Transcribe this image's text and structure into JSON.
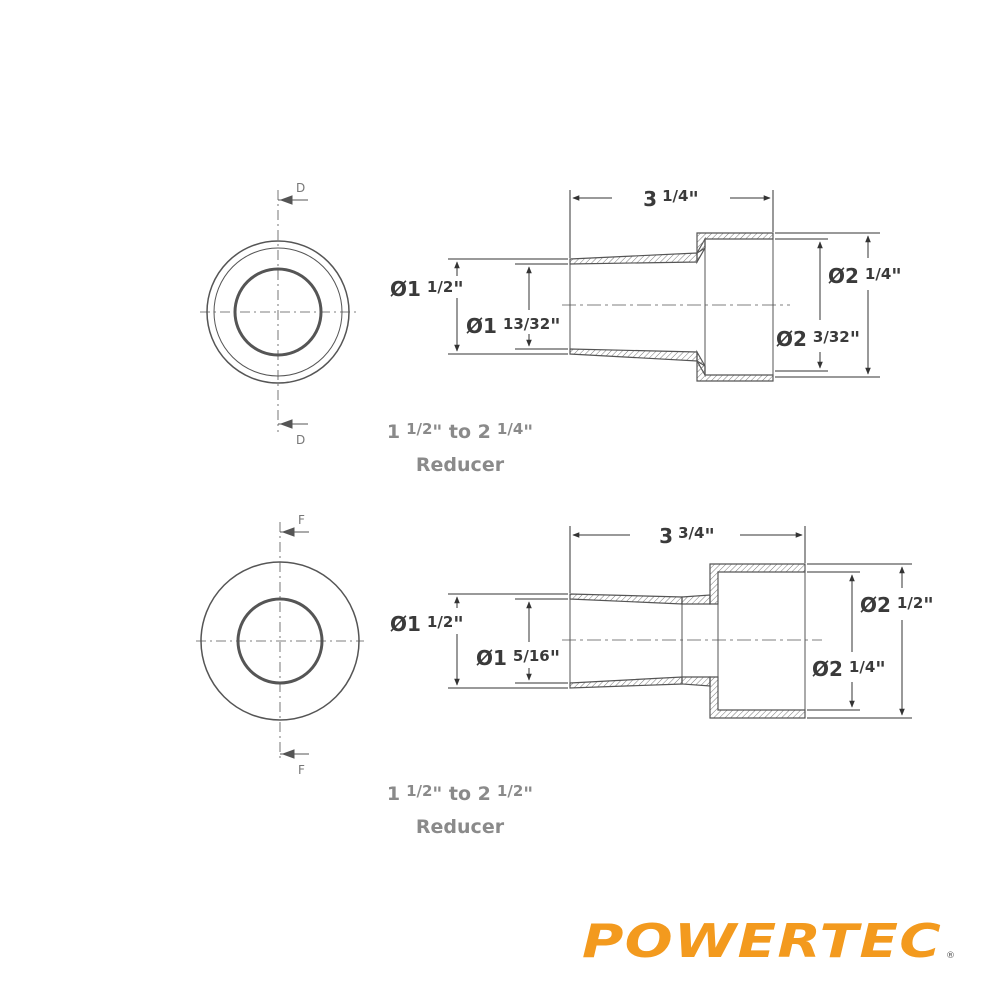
{
  "reducers": [
    {
      "markers": {
        "top": "D",
        "bottom": "D"
      },
      "length": {
        "whole": "3",
        "frac": "1/4",
        "unit": "\""
      },
      "small_outer": {
        "prefix": "Ø1",
        "frac": "1/2",
        "unit": "\""
      },
      "small_inner": {
        "prefix": "Ø1",
        "frac": "13/32",
        "unit": "\""
      },
      "large_outer": {
        "prefix": "Ø2",
        "frac": "1/4",
        "unit": "\""
      },
      "large_inner": {
        "prefix": "Ø2",
        "frac": "3/32",
        "unit": "\""
      },
      "caption": {
        "a_whole": "1",
        "a_frac": "1/2",
        "mid": "\" to 2",
        "b_frac": "1/4",
        "end": "\"",
        "line2": "Reducer"
      }
    },
    {
      "markers": {
        "top": "F",
        "bottom": "F"
      },
      "length": {
        "whole": "3",
        "frac": "3/4",
        "unit": "\""
      },
      "small_outer": {
        "prefix": "Ø1",
        "frac": "1/2",
        "unit": "\""
      },
      "small_inner": {
        "prefix": "Ø1",
        "frac": "5/16",
        "unit": "\""
      },
      "large_outer": {
        "prefix": "Ø2",
        "frac": "1/2",
        "unit": "\""
      },
      "large_inner": {
        "prefix": "Ø2",
        "frac": "1/4",
        "unit": "\""
      },
      "caption": {
        "a_whole": "1",
        "a_frac": "1/2",
        "mid": "\" to 2",
        "b_frac": "1/2",
        "end": "\"",
        "line2": "Reducer"
      }
    }
  ],
  "logo": {
    "text": "POWERTEC",
    "mark": "®"
  },
  "colors": {
    "line": "#555555",
    "brand": "#f39a1e",
    "caption": "#8a8a8a"
  }
}
